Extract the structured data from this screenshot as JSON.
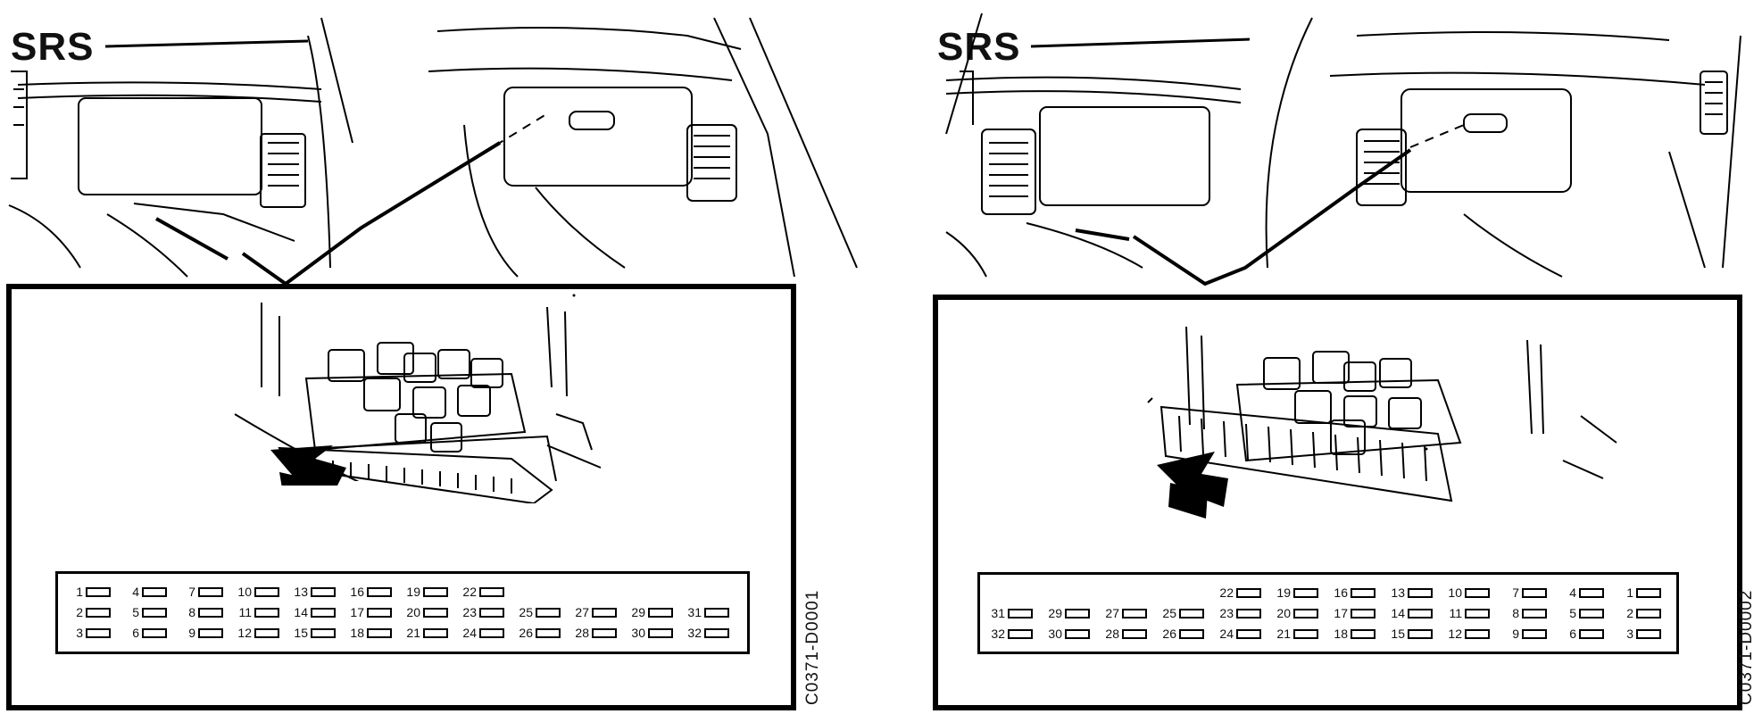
{
  "panels": [
    {
      "heading": "SRS",
      "code": "C0371-D0001",
      "rows": [
        [
          "1",
          "4",
          "7",
          "10",
          "13",
          "16",
          "19",
          "22"
        ],
        [
          "2",
          "5",
          "8",
          "11",
          "14",
          "17",
          "20",
          "23",
          "25",
          "27",
          "29",
          "31"
        ],
        [
          "3",
          "6",
          "9",
          "12",
          "15",
          "18",
          "21",
          "24",
          "26",
          "28",
          "30",
          "32"
        ]
      ]
    },
    {
      "heading": "SRS",
      "code": "C0371-D0002",
      "rows": [
        [
          "22",
          "19",
          "16",
          "13",
          "10",
          "7",
          "4",
          "1"
        ],
        [
          "31",
          "29",
          "27",
          "25",
          "23",
          "20",
          "17",
          "14",
          "11",
          "8",
          "5",
          "2"
        ],
        [
          "32",
          "30",
          "28",
          "26",
          "24",
          "21",
          "18",
          "15",
          "12",
          "9",
          "6",
          "3"
        ]
      ]
    }
  ]
}
